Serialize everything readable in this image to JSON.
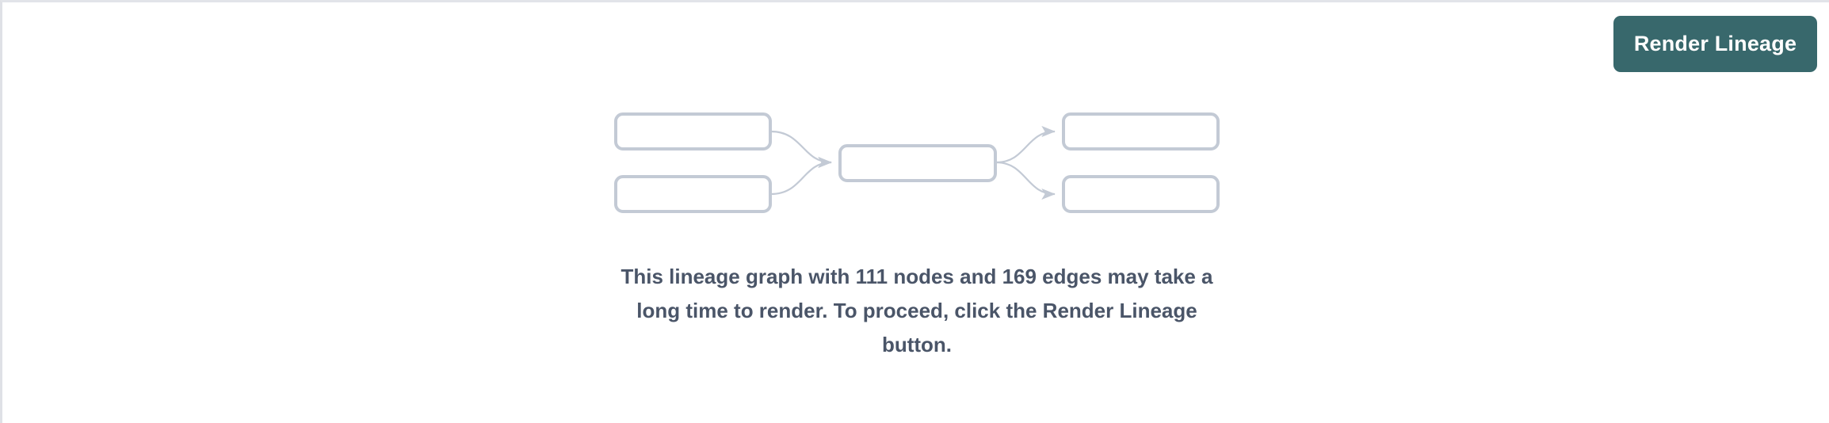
{
  "theme": {
    "accent": "#38686c",
    "accent_text": "#ffffff",
    "node_border": "#c3cad5",
    "node_fill": "#ffffff",
    "edge": "#c3cad5",
    "message_text": "#4a5568",
    "panel_border": "#e2e4e9",
    "background": "#ffffff"
  },
  "toolbar": {
    "render_lineage_label": "Render Lineage"
  },
  "lineage": {
    "node_count": 111,
    "edge_count": 169,
    "warning_message": "This lineage graph with 111 nodes and 169 edges may take a long time to render. To proceed, click the Render Lineage button.",
    "placeholder_graph": {
      "icon_name": "lineage-graph-icon",
      "nodes": [
        {
          "id": "source-node-top",
          "label": ""
        },
        {
          "id": "source-node-bottom",
          "label": ""
        },
        {
          "id": "center-node",
          "label": ""
        },
        {
          "id": "target-node-top",
          "label": ""
        },
        {
          "id": "target-node-bottom",
          "label": ""
        }
      ],
      "edges": [
        {
          "from": "source-node-top",
          "to": "center-node"
        },
        {
          "from": "source-node-bottom",
          "to": "center-node"
        },
        {
          "from": "center-node",
          "to": "target-node-top"
        },
        {
          "from": "center-node",
          "to": "target-node-bottom"
        }
      ]
    }
  }
}
